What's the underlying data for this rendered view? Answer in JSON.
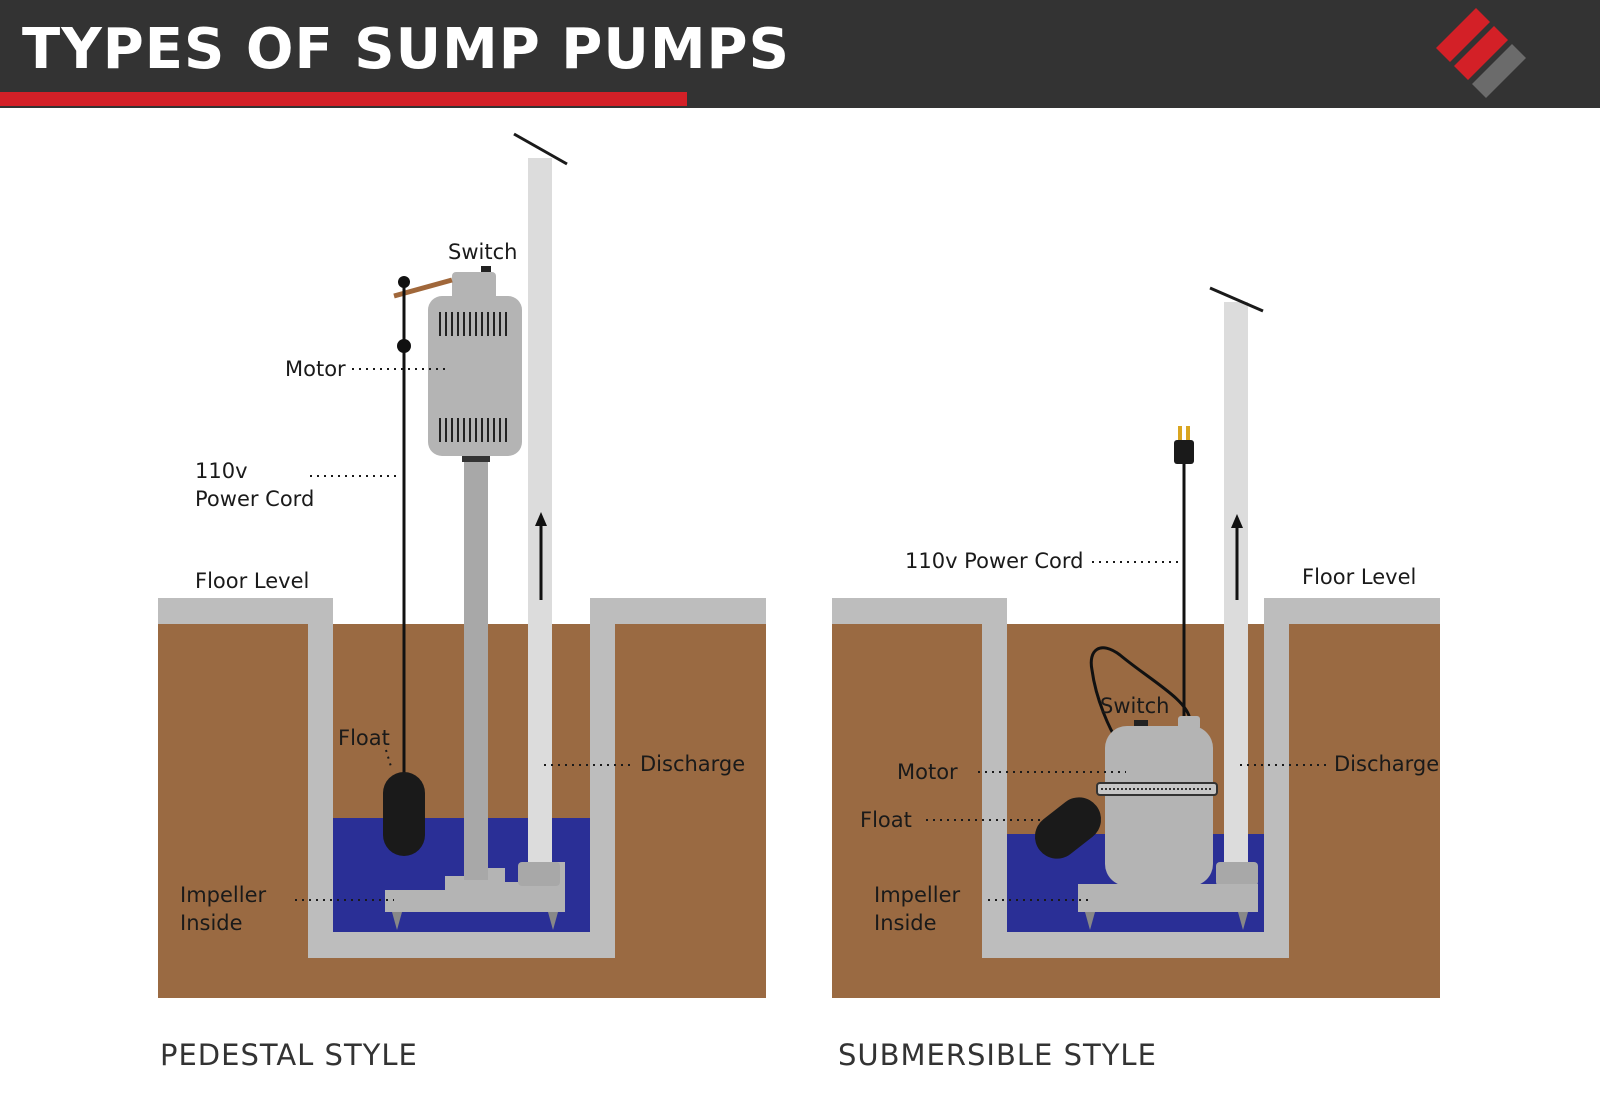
{
  "header": {
    "title": "TYPES OF SUMP PUMPS",
    "accent_color": "#d32027",
    "background_color": "#333333"
  },
  "logo": {
    "icon": "red-gray-diamond-logo-icon"
  },
  "colors": {
    "soil": "#9a6a42",
    "concrete": "#bdbdbd",
    "water": "#2a2f96",
    "pump_gray": "#b4b4b4"
  },
  "pedestal": {
    "style_label": "PEDESTAL STYLE",
    "labels": {
      "switch": "Switch",
      "motor": "Motor",
      "power_cord_line1": "110v",
      "power_cord_line2": "Power Cord",
      "floor_level": "Floor Level",
      "float": "Float",
      "discharge": "Discharge",
      "impeller_line1": "Impeller",
      "impeller_line2": "Inside"
    }
  },
  "submersible": {
    "style_label": "SUBMERSIBLE STYLE",
    "labels": {
      "power_cord": "110v Power Cord",
      "floor_level": "Floor Level",
      "switch": "Switch",
      "motor": "Motor",
      "float": "Float",
      "discharge": "Discharge",
      "impeller_line1": "Impeller",
      "impeller_line2": "Inside"
    }
  }
}
